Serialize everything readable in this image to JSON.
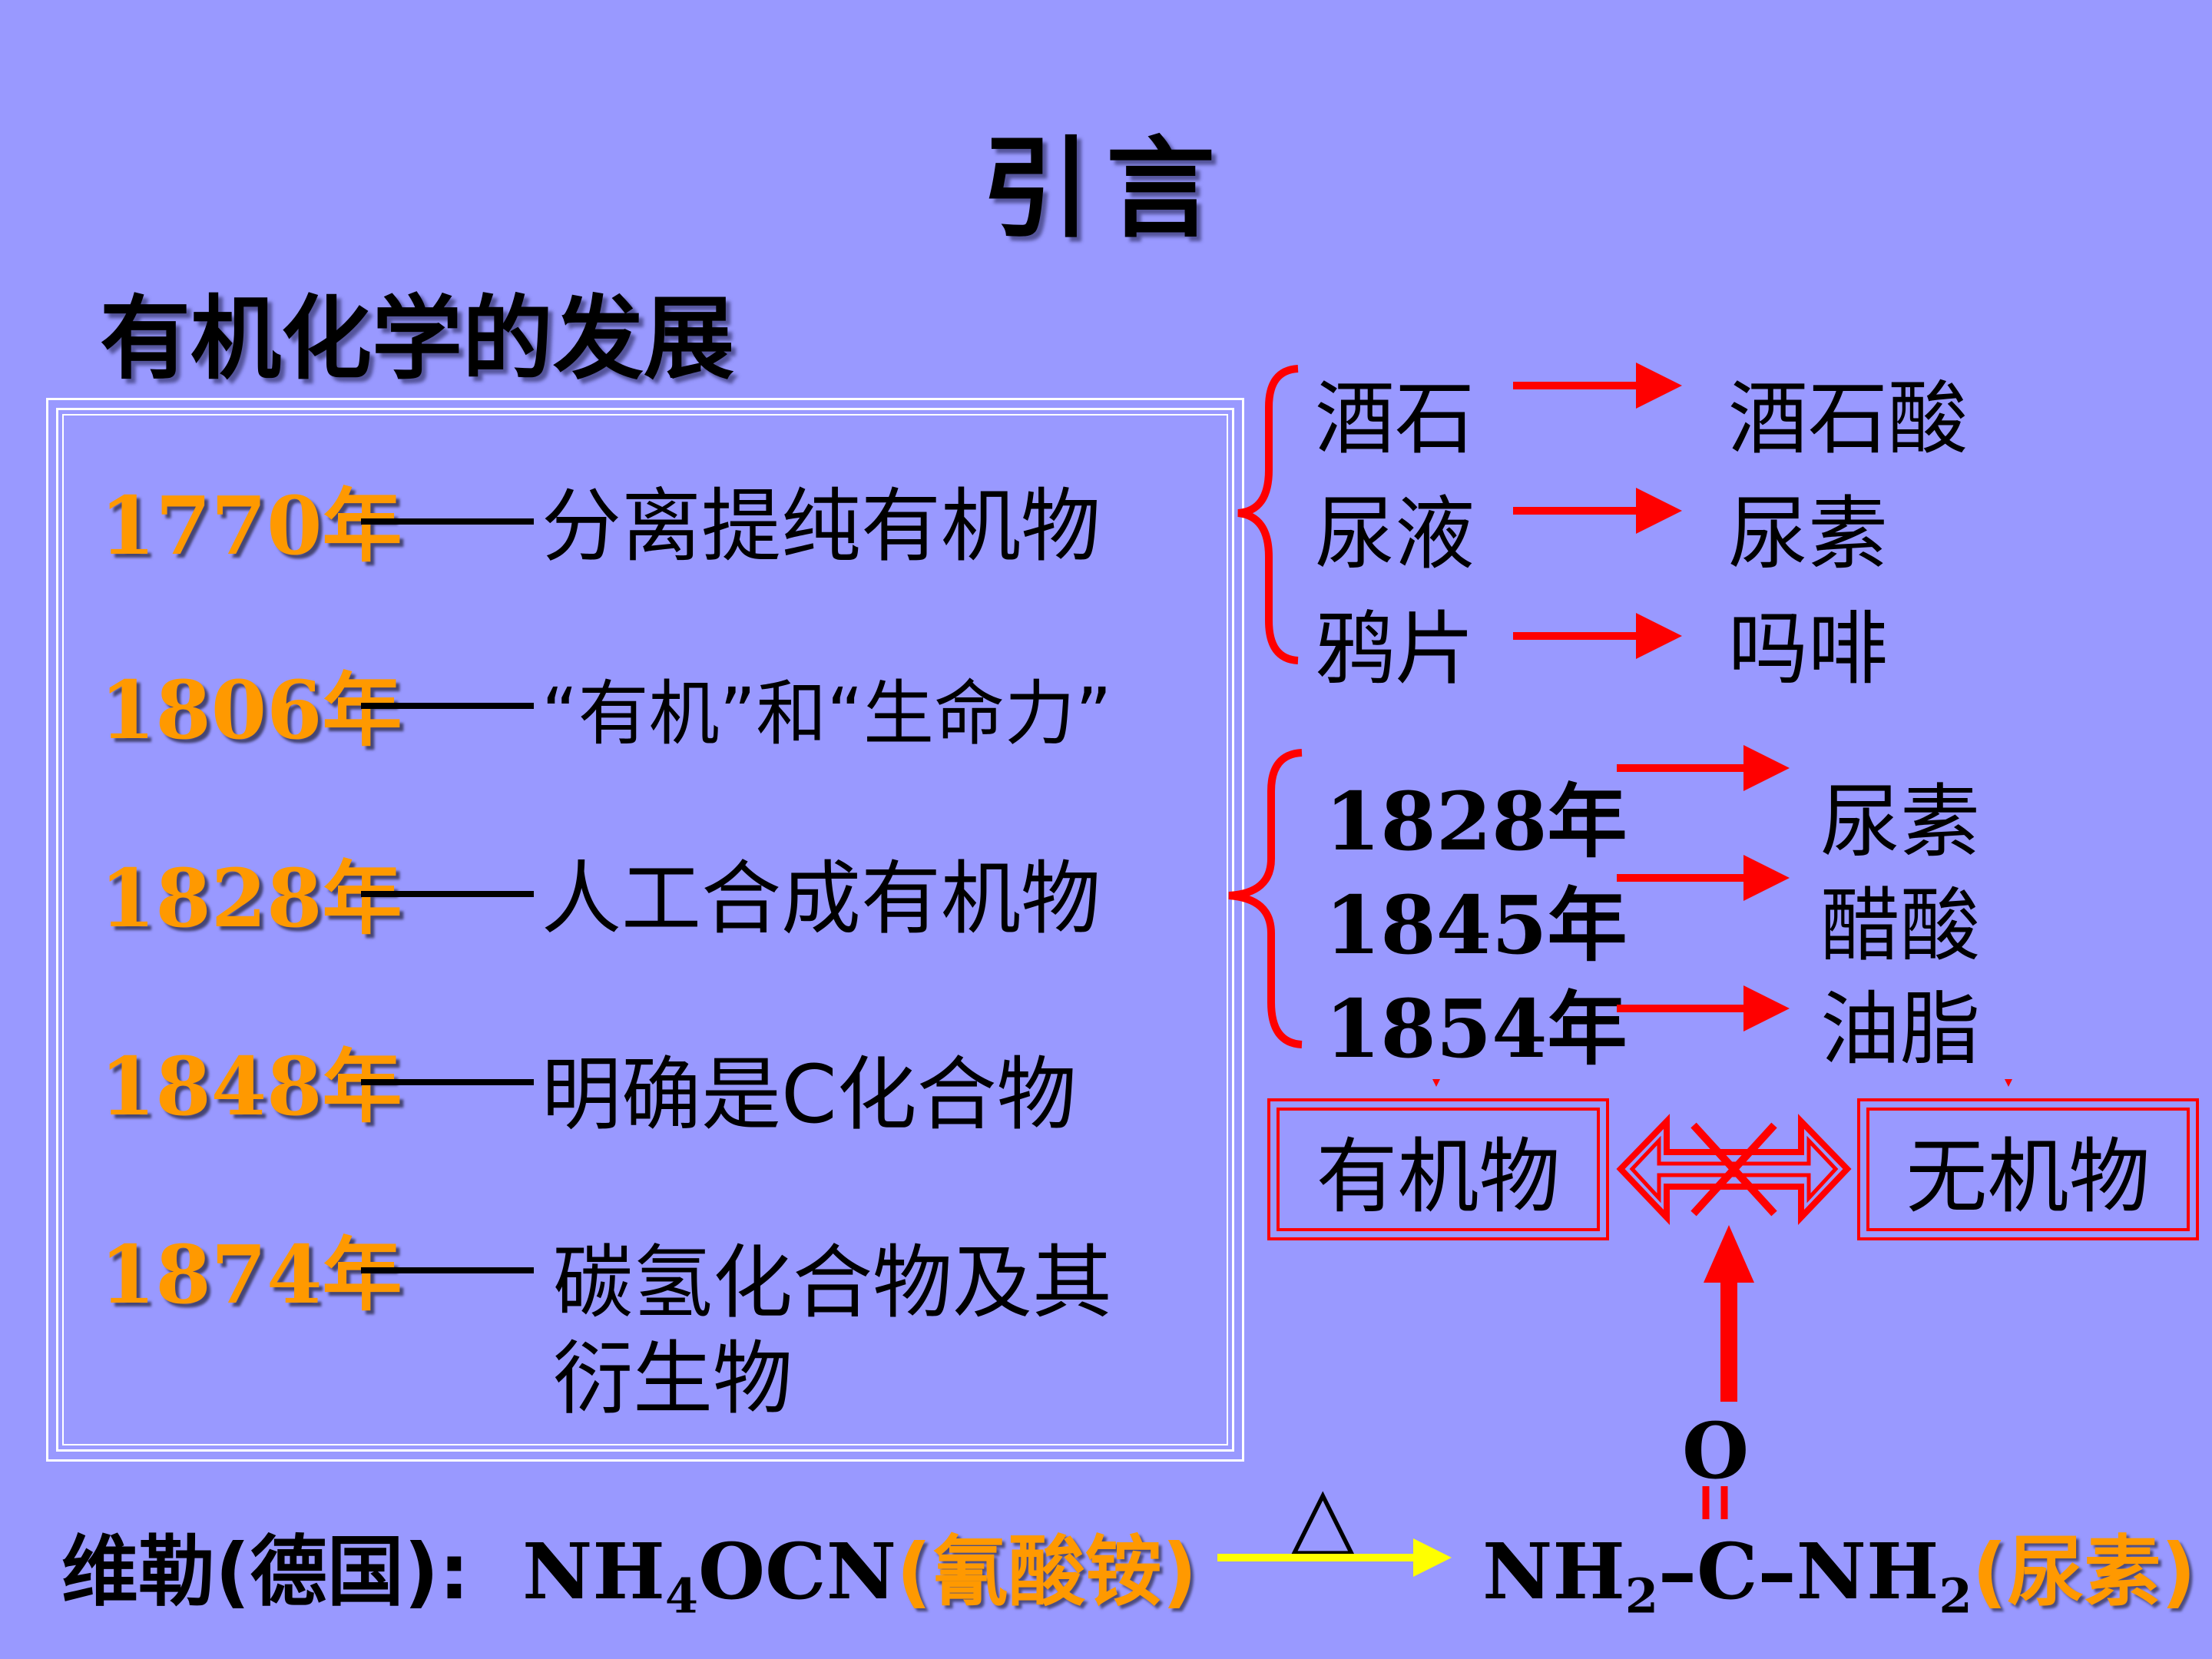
{
  "title": "引言",
  "subtitle": "有机化学的发展",
  "timeline": [
    {
      "year": "1770年",
      "desc": "分离提纯有机物"
    },
    {
      "year": "1806年",
      "desc": "“有机”和“生命力”"
    },
    {
      "year": "1828年",
      "desc": "人工合成有机物"
    },
    {
      "year": "1848年",
      "desc": "明确是C化合物"
    },
    {
      "year": "1874年",
      "desc_line1": "碳氢化合物及其",
      "desc_line2": "衍生物"
    }
  ],
  "isolation_pairs": [
    {
      "source": "酒石",
      "product": "酒石酸"
    },
    {
      "source": "尿液",
      "product": "尿素"
    },
    {
      "source": "鸦片",
      "product": "吗啡"
    }
  ],
  "synthesis_pairs": [
    {
      "year": "1828年",
      "product": "尿素"
    },
    {
      "year": "1845年",
      "product": "醋酸"
    },
    {
      "year": "1854年",
      "product": "油脂"
    }
  ],
  "organic_box": "有机物",
  "inorganic_box": "无机物",
  "bottom": {
    "label": "维勒(德国):",
    "reactant_formula": "NH",
    "reactant_sub": "4",
    "reactant_rest": "OCN",
    "reactant_name": "(氰酸铵)",
    "heat_symbol": "△",
    "product_oxygen": "O",
    "product_nh2_left": "NH",
    "product_sub_left": "2",
    "product_middle": "–C–NH",
    "product_sub_right": "2",
    "product_name": "(尿素)"
  },
  "colors": {
    "background": "#9999ff",
    "year_orange": "#ff9900",
    "arrow_red": "#ff0000",
    "arrow_yellow": "#ffff00",
    "box_border": "#ffffff"
  }
}
